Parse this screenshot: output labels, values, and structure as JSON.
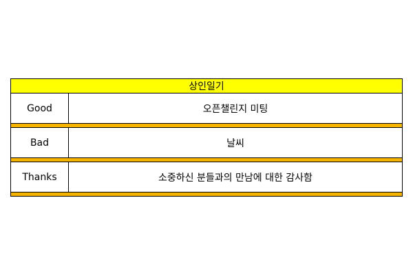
{
  "diary": {
    "title": "상인일기",
    "rows": [
      {
        "label": "Good",
        "value": "오픈챌린지 미팅"
      },
      {
        "label": "Bad",
        "value": "날씨"
      },
      {
        "label": "Thanks",
        "value": "소중하신 분들과의 만남에 대한 감사함"
      }
    ]
  },
  "colors": {
    "title_bg": "#ffff00",
    "separator": "#f5b400",
    "border": "#000000"
  }
}
